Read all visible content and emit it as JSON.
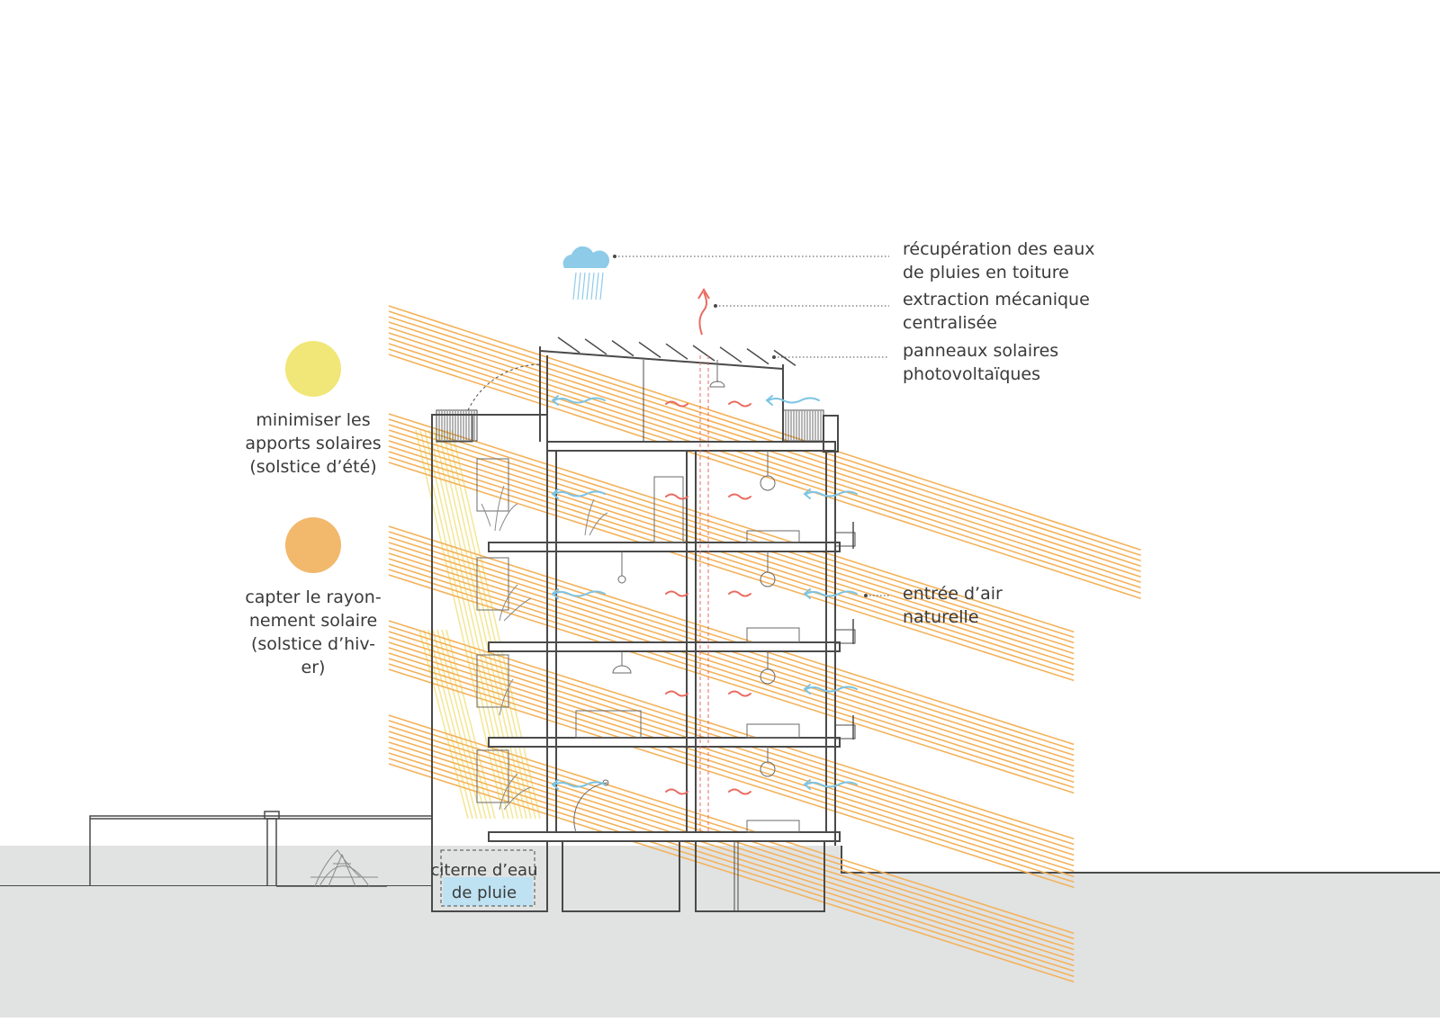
{
  "colors": {
    "summer_sun": "#f1e678",
    "winter_sun": "#f2b86c",
    "summer_rays": "#f3b25a",
    "winter_rays": "#f4e79a",
    "fresh_air": "#7cc4e4",
    "exhaust_air": "#ea6a60",
    "rain": "#8dcbe8",
    "water": "#bfe2f2",
    "ground": "#e1e2e2",
    "line": "#4a4a4a"
  },
  "icons": [
    "sun-summer-icon",
    "sun-winter-icon",
    "rain-cloud-icon",
    "exhaust-arrow-icon",
    "airflow-arrow-icon"
  ],
  "labels": {
    "summer_sun": "minimiser les\napports solaires\n(solstice d’été)",
    "winter_sun": "capter le rayon-\nnement solaire\n(solstice d’hiv-\ner)",
    "rainwater": "récupération des eaux\nde pluies en toiture",
    "extraction": "extraction mécanique\ncentralisée",
    "solar_panels": "panneaux solaires\nphotovoltaïques",
    "air_inlet": "entrée d’air\nnaturelle",
    "cistern": "citerne d’eau\nde pluie"
  }
}
